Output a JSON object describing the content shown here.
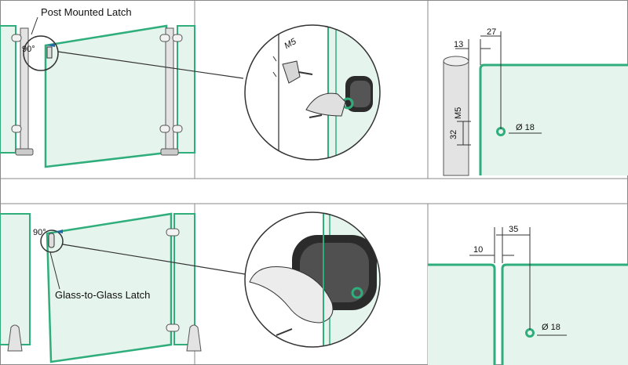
{
  "top_row": {
    "title": "Post Mounted Latch",
    "angle": "90°",
    "screw_label": "M5",
    "dims": {
      "a": "13",
      "b": "27",
      "thread": "M5",
      "height": "32",
      "hole": "Ø 18"
    }
  },
  "bottom_row": {
    "title": "Glass-to-Glass Latch",
    "angle": "90°",
    "dims": {
      "gap": "10",
      "offset": "35",
      "hole": "Ø 18"
    }
  },
  "colors": {
    "glass_edge": "#2fae7c",
    "glass_fill": "#e6f4ee",
    "metal": "#d9d9d9",
    "line": "#333333"
  }
}
